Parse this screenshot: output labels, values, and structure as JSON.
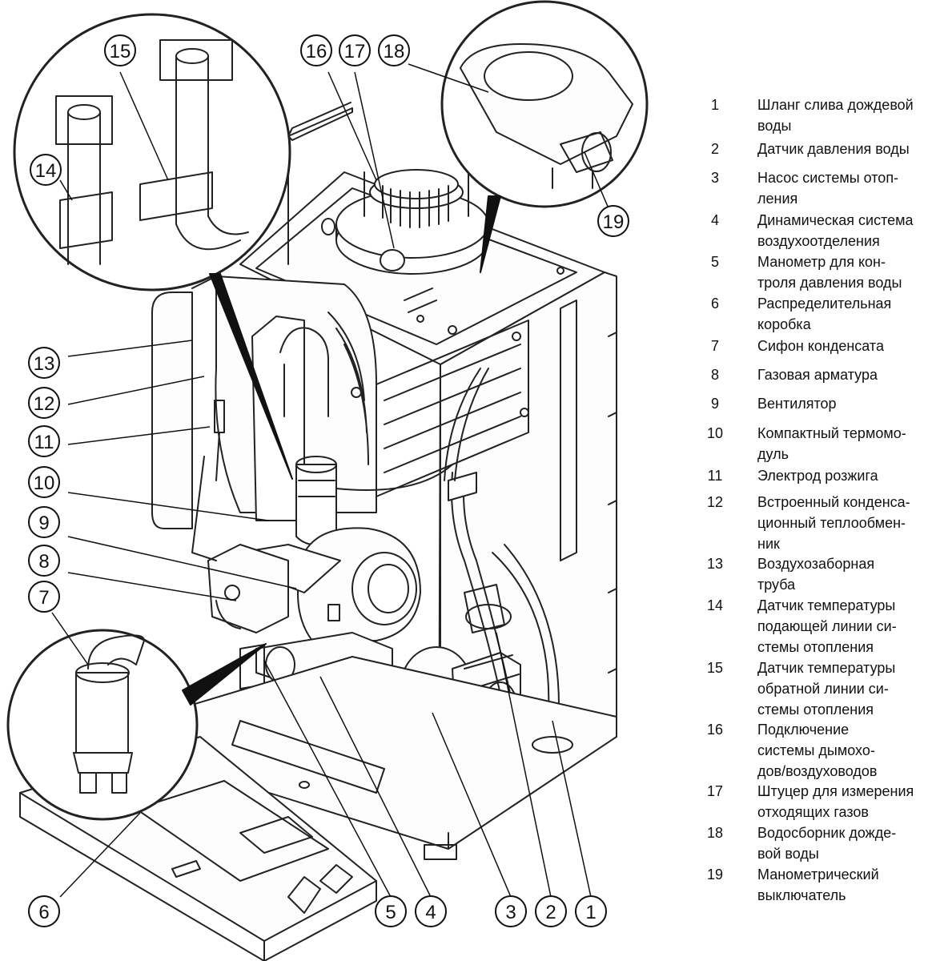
{
  "legend": [
    {
      "num": "1",
      "lines": [
        "Шланг слива дождевой",
        "воды"
      ]
    },
    {
      "num": "2",
      "lines": [
        "Датчик давления воды"
      ]
    },
    {
      "num": "3",
      "lines": [
        "Насос системы отоп-",
        "ления"
      ]
    },
    {
      "num": "4",
      "lines": [
        "Динамическая система",
        "воздухоотделения"
      ]
    },
    {
      "num": "5",
      "lines": [
        "Манометр для кон-",
        "троля давления воды"
      ]
    },
    {
      "num": "6",
      "lines": [
        "Распределительная",
        "коробка"
      ]
    },
    {
      "num": "7",
      "lines": [
        "Сифон конденсата"
      ]
    },
    {
      "num": "8",
      "lines": [
        "Газовая арматура"
      ]
    },
    {
      "num": "9",
      "lines": [
        "Вентилятор"
      ]
    },
    {
      "num": "10",
      "lines": [
        "Компактный термомо-",
        "дуль"
      ]
    },
    {
      "num": "11",
      "lines": [
        "Электрод розжига"
      ]
    },
    {
      "num": "12",
      "lines": [
        "Встроенный конденса-",
        "ционный теплообмен-",
        "ник"
      ]
    },
    {
      "num": "13",
      "lines": [
        "Воздухозаборная",
        "труба"
      ]
    },
    {
      "num": "14",
      "lines": [
        "Датчик температуры",
        "подающей линии си-",
        "стемы отопления"
      ]
    },
    {
      "num": "15",
      "lines": [
        "Датчик температуры",
        "обратной линии си-",
        "стемы отопления"
      ]
    },
    {
      "num": "16",
      "lines": [
        "Подключение",
        "системы дымохо-",
        "дов/воздуховодов"
      ]
    },
    {
      "num": "17",
      "lines": [
        "Штуцер для измерения",
        "отходящих газов"
      ]
    },
    {
      "num": "18",
      "lines": [
        "Водосборник дожде-",
        "вой воды"
      ]
    },
    {
      "num": "19",
      "lines": [
        "Манометрический",
        "выключатель"
      ]
    }
  ],
  "callouts": [
    "1",
    "2",
    "3",
    "4",
    "5",
    "6",
    "7",
    "8",
    "9",
    "10",
    "11",
    "12",
    "13",
    "14",
    "15",
    "16",
    "17",
    "18",
    "19"
  ]
}
